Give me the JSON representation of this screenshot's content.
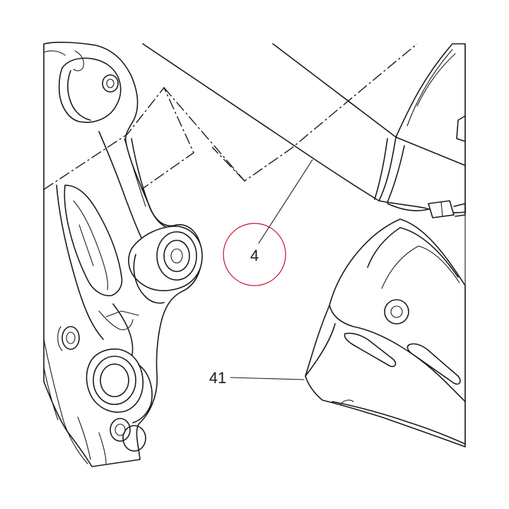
{
  "callouts": [
    {
      "id": "callout-4",
      "label": "4",
      "highlight_color": "#c8102e"
    },
    {
      "id": "callout-41",
      "label": "41"
    }
  ],
  "colors": {
    "line": "#1a1a1a",
    "background": "#ffffff",
    "highlight_circle": "#c8102e"
  }
}
